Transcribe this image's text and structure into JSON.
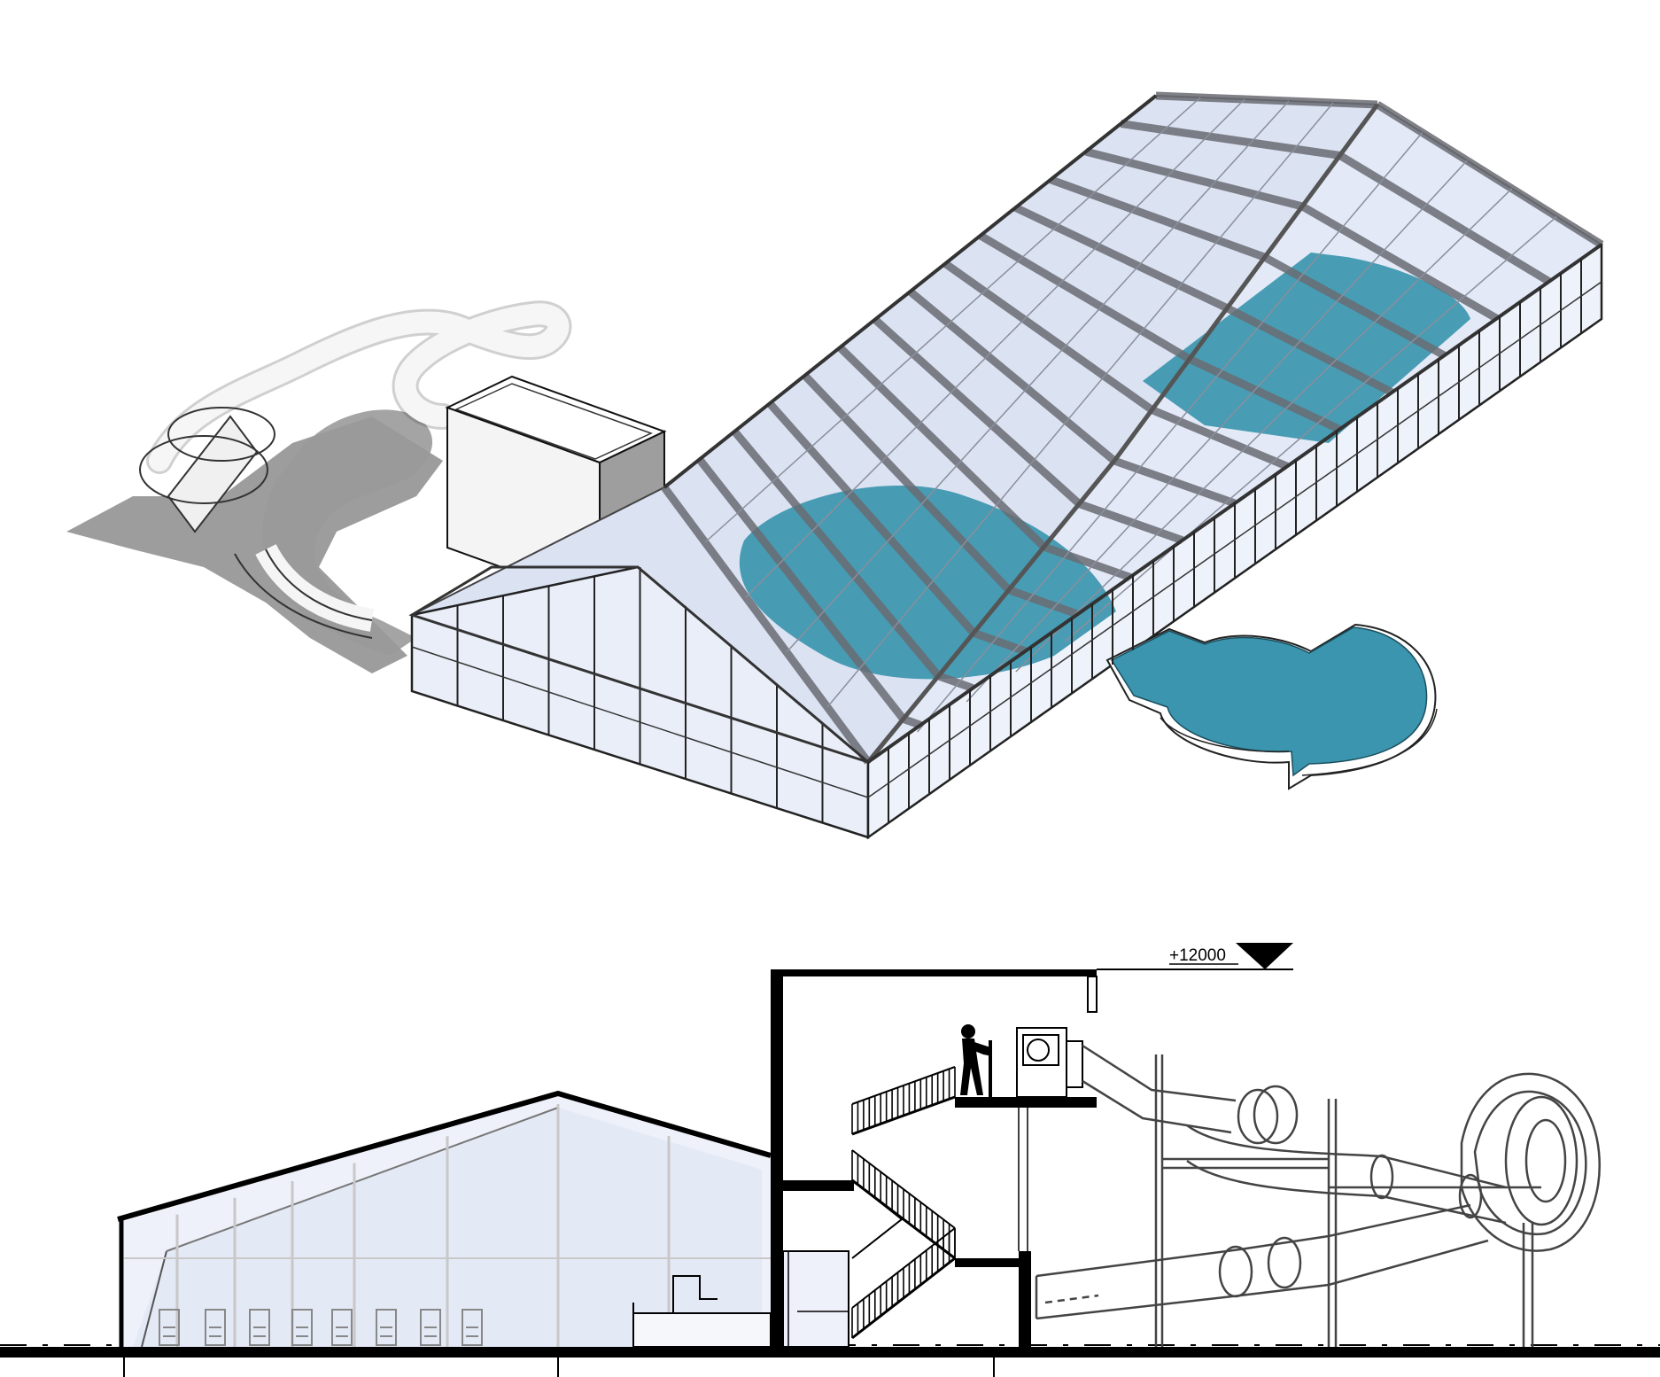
{
  "figure": {
    "top_view": "axonometric",
    "bottom_view": "section"
  },
  "section": {
    "level_marker": "+12000"
  },
  "colors": {
    "water": "#3b95ae",
    "water_dark": "#2f7f97",
    "glass": "#d9e1f1",
    "glass_light": "#eef2fa",
    "frame": "#5d5f66",
    "shadow": "#8c8c8c",
    "ink": "#000000"
  }
}
